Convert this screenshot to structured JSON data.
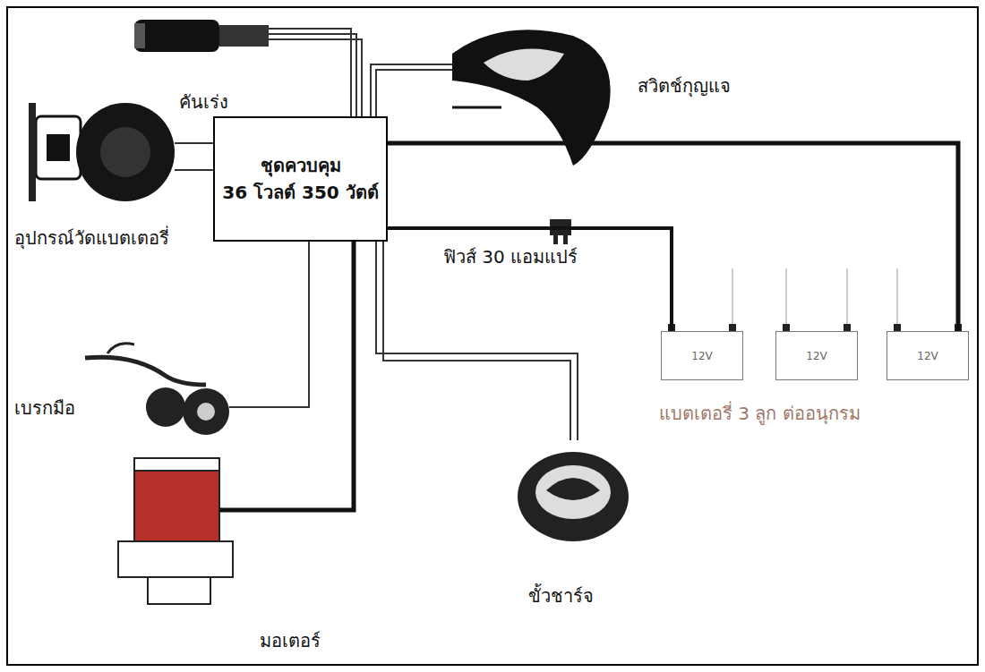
{
  "diagram": {
    "nodes": [
      {
        "text": [
          "ชุดควบคุม",
          "36 โวลต์ 350 วัตต์"
        ]
      },
      {
        "text": [
          "12V"
        ]
      },
      {
        "text": [
          "12V"
        ]
      },
      {
        "text": [
          "12V"
        ]
      }
    ],
    "edges": [
      {
        "from": 0,
        "to": 1,
        "arrow": "none",
        "label": "ฟิวส์ 30 แอมแปร์"
      },
      {
        "from": 0,
        "to": 3,
        "arrow": "none"
      }
    ],
    "labels": [
      "คันเร่ง",
      "สวิตช์กุญแจ",
      "อุปกรณ์วัดแบตเตอรี่",
      "เบรกมือ",
      "มอเตอร์",
      "ขั้วชาร์จ",
      "แบตเตอรี่ 3 ลูก ต่ออนุกรม"
    ]
  }
}
